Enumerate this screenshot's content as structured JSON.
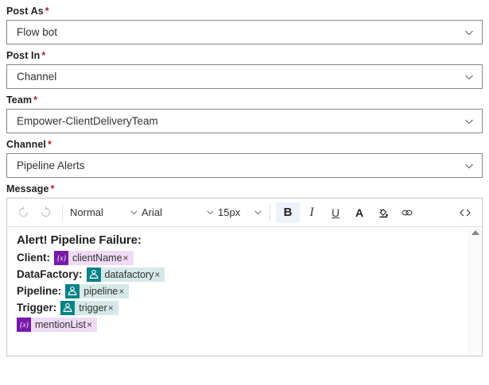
{
  "colors": {
    "required_star": "#a4262c",
    "field_border": "#8a8886",
    "editor_border": "#c8c6c4",
    "token_variable": "#7719aa",
    "token_variable_bg": "#efdbf5",
    "token_dynamic": "#038387",
    "token_dynamic_bg": "#d6e9ea",
    "active_button_bg": "#edf3fb",
    "text": "#201f1e"
  },
  "fields": [
    {
      "label": "Post As",
      "required": "*",
      "value": "Flow bot",
      "name": "post-as"
    },
    {
      "label": "Post In",
      "required": "*",
      "value": "Channel",
      "name": "post-in"
    },
    {
      "label": "Team",
      "required": "*",
      "value": "Empower-ClientDeliveryTeam",
      "name": "team"
    },
    {
      "label": "Channel",
      "required": "*",
      "value": "Pipeline Alerts",
      "name": "channel"
    }
  ],
  "message": {
    "label": "Message",
    "required": "*",
    "toolbar": {
      "undo": "undo-icon",
      "redo": "redo-icon",
      "style_dropdown": "Normal",
      "font_dropdown": "Arial",
      "size_dropdown": "15px",
      "bold": "B",
      "italic": "I",
      "underline": "U",
      "font_color": "A",
      "highlight": "highlight-icon",
      "link": "link-icon",
      "code_view": "code-view-icon"
    },
    "body": {
      "heading": "Alert! Pipeline Failure:",
      "rows": [
        {
          "label": "Client:",
          "token": {
            "kind": "variable",
            "icon": "{x}",
            "text": "clientName",
            "remove": "×"
          }
        },
        {
          "label": "DataFactory:",
          "token": {
            "kind": "dynamic",
            "icon": "dynamic-content-icon",
            "text": "datafactory",
            "remove": "×"
          }
        },
        {
          "label": "Pipeline:",
          "token": {
            "kind": "dynamic",
            "icon": "dynamic-content-icon",
            "text": "pipeline",
            "remove": "×"
          }
        },
        {
          "label": "Trigger:",
          "token": {
            "kind": "dynamic",
            "icon": "dynamic-content-icon",
            "text": "trigger",
            "remove": "×"
          }
        },
        {
          "label": "",
          "token": {
            "kind": "variable",
            "icon": "{x}",
            "text": "mentionList",
            "remove": "×"
          }
        }
      ]
    }
  }
}
